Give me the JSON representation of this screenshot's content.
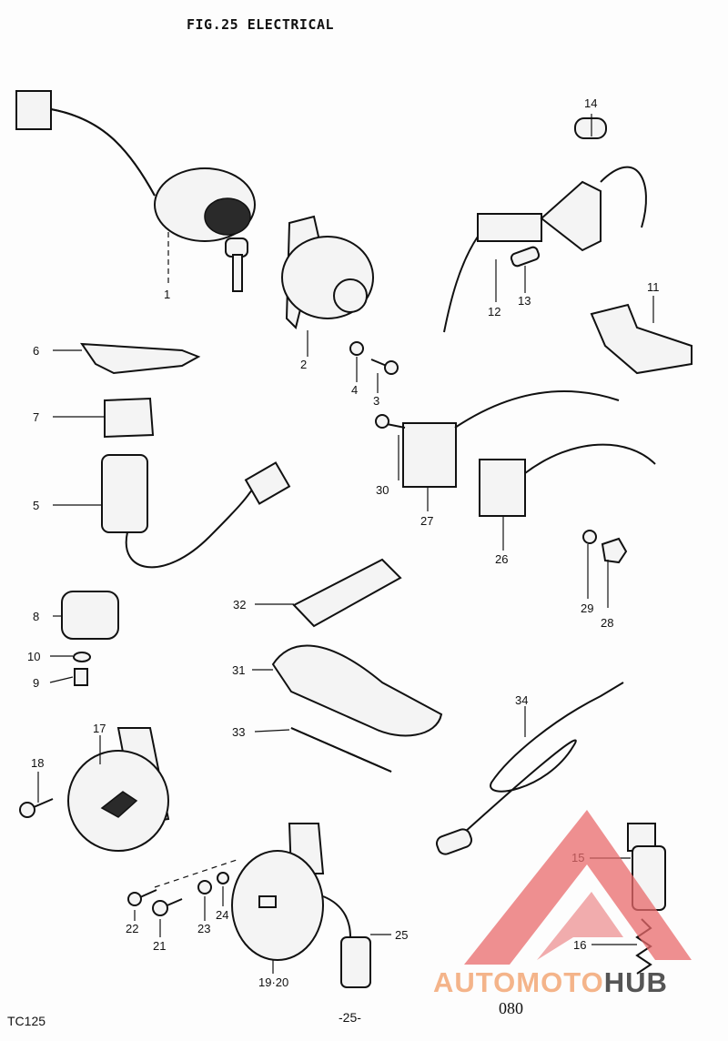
{
  "figure": {
    "title": "FIG.25  ELECTRICAL"
  },
  "callouts": [
    {
      "id": "c1",
      "label": "1"
    },
    {
      "id": "c2",
      "label": "2"
    },
    {
      "id": "c3",
      "label": "3"
    },
    {
      "id": "c4",
      "label": "4"
    },
    {
      "id": "c5",
      "label": "5"
    },
    {
      "id": "c6",
      "label": "6"
    },
    {
      "id": "c7",
      "label": "7"
    },
    {
      "id": "c8",
      "label": "8"
    },
    {
      "id": "c9",
      "label": "9"
    },
    {
      "id": "c10",
      "label": "10"
    },
    {
      "id": "c11",
      "label": "11"
    },
    {
      "id": "c12",
      "label": "12"
    },
    {
      "id": "c13",
      "label": "13"
    },
    {
      "id": "c14",
      "label": "14"
    },
    {
      "id": "c15",
      "label": "15"
    },
    {
      "id": "c16",
      "label": "16"
    },
    {
      "id": "c17",
      "label": "17"
    },
    {
      "id": "c18",
      "label": "18"
    },
    {
      "id": "c1920",
      "label": "19·20"
    },
    {
      "id": "c21",
      "label": "21"
    },
    {
      "id": "c22",
      "label": "22"
    },
    {
      "id": "c23",
      "label": "23"
    },
    {
      "id": "c24",
      "label": "24"
    },
    {
      "id": "c25",
      "label": "25"
    },
    {
      "id": "c26",
      "label": "26"
    },
    {
      "id": "c27",
      "label": "27"
    },
    {
      "id": "c28",
      "label": "28"
    },
    {
      "id": "c29",
      "label": "29"
    },
    {
      "id": "c30",
      "label": "30"
    },
    {
      "id": "c31",
      "label": "31"
    },
    {
      "id": "c32",
      "label": "32"
    },
    {
      "id": "c33",
      "label": "33"
    },
    {
      "id": "c34",
      "label": "34"
    }
  ],
  "footer": {
    "model": "TC125",
    "page": "-25-",
    "sheet": "080"
  },
  "watermark": {
    "brand_part1": "AUTOMOTO",
    "brand_part2": "HUB",
    "color_primary": "#e8696b",
    "color_secondary": "#f4b48a"
  }
}
